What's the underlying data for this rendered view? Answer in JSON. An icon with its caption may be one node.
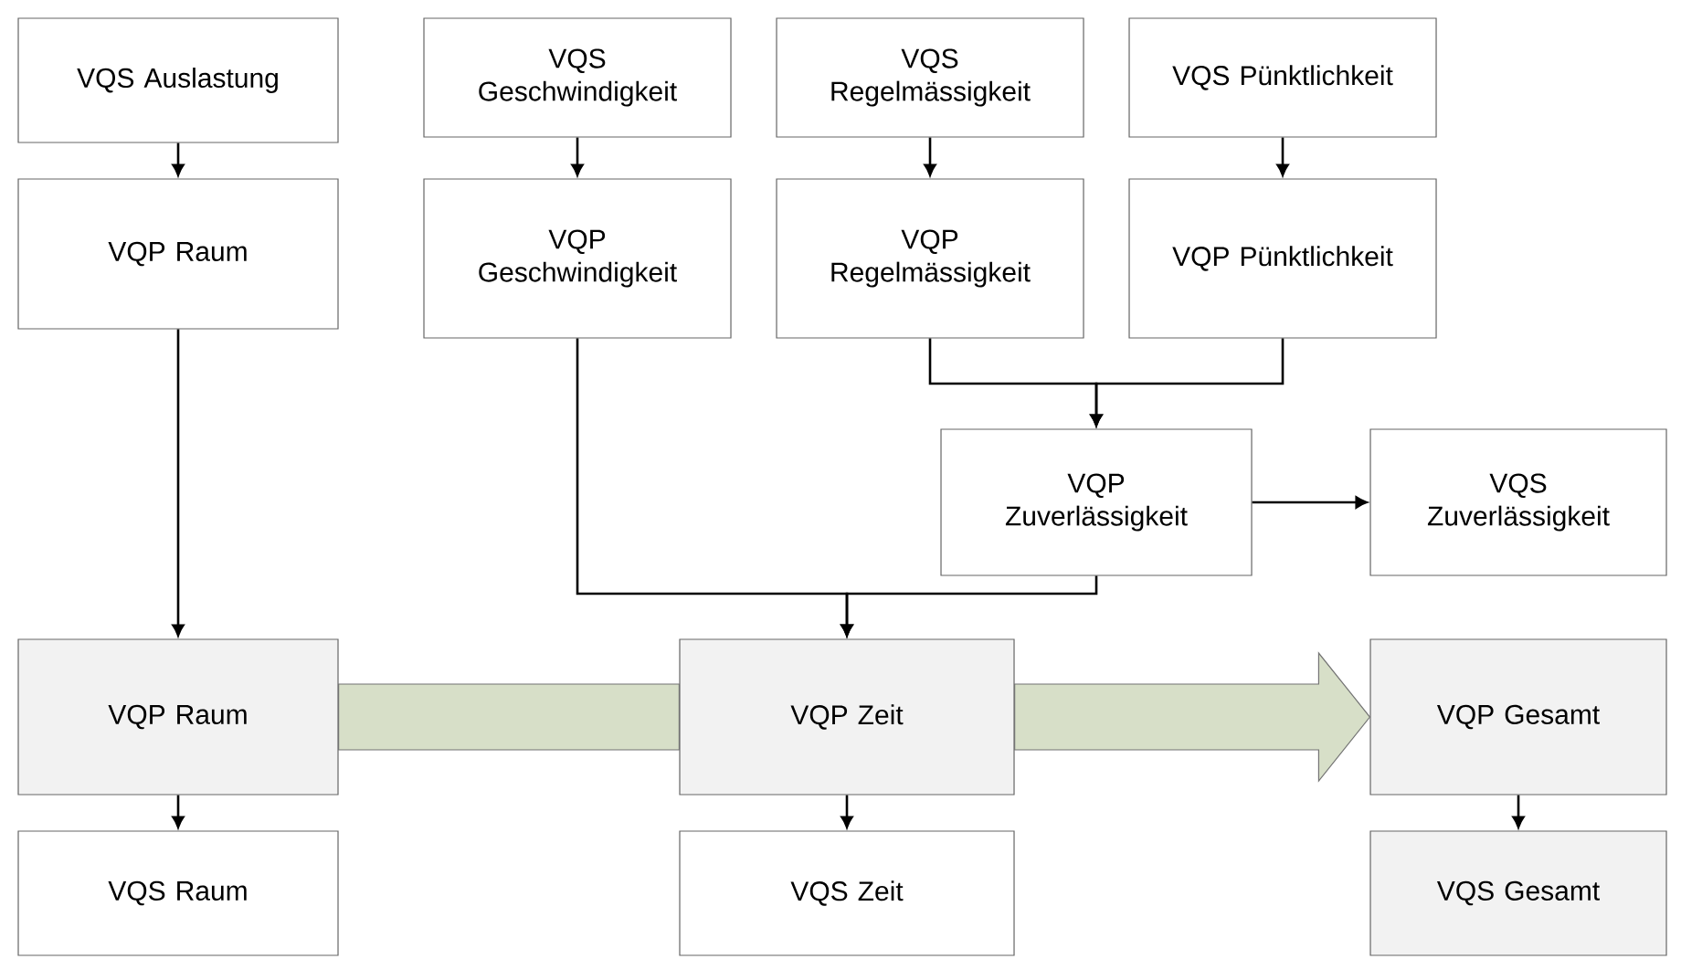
{
  "diagram": {
    "nodes": [
      {
        "text": [
          "VQS Auslastung"
        ]
      },
      {
        "text": [
          "VQS Geschwindigkeit"
        ]
      },
      {
        "text": [
          "VQS Regelmässigkeit"
        ]
      },
      {
        "text": [
          "VQS Pünktlichkeit"
        ]
      },
      {
        "text": [
          "VQP Raum"
        ]
      },
      {
        "text": [
          "VQP Geschwindigkeit"
        ]
      },
      {
        "text": [
          "VQP Regelmässigkeit"
        ]
      },
      {
        "text": [
          "VQP Pünktlichkeit"
        ]
      },
      {
        "text": [
          "VQP Zuverlässigkeit"
        ]
      },
      {
        "text": [
          "VQS Zuverlässigkeit"
        ]
      },
      {
        "text": [
          "VQP Raum"
        ]
      },
      {
        "text": [
          "VQP Zeit"
        ]
      },
      {
        "text": [
          "VQP Gesamt"
        ]
      },
      {
        "text": [
          "VQS Raum"
        ]
      },
      {
        "text": [
          "VQS Zeit"
        ]
      },
      {
        "text": [
          "VQS Gesamt"
        ]
      }
    ],
    "edges": [
      {
        "from": 0,
        "to": 4,
        "arrow": "to"
      },
      {
        "from": 1,
        "to": 5,
        "arrow": "to"
      },
      {
        "from": 2,
        "to": 6,
        "arrow": "to"
      },
      {
        "from": 3,
        "to": 7,
        "arrow": "to"
      },
      {
        "from": 6,
        "to": 8,
        "arrow": "to"
      },
      {
        "from": 7,
        "to": 8,
        "arrow": "to"
      },
      {
        "from": 8,
        "to": 9,
        "arrow": "to"
      },
      {
        "from": 4,
        "to": 10,
        "arrow": "to"
      },
      {
        "from": 5,
        "to": 11,
        "arrow": "to"
      },
      {
        "from": 8,
        "to": 11,
        "arrow": "to"
      },
      {
        "from": 10,
        "to": 11,
        "arrow": "none",
        "style": "thick",
        "color": "#d7dfc8"
      },
      {
        "from": 11,
        "to": 12,
        "arrow": "to",
        "style": "thick",
        "color": "#d7dfc8"
      },
      {
        "from": 10,
        "to": 13,
        "arrow": "to"
      },
      {
        "from": 11,
        "to": 14,
        "arrow": "to"
      },
      {
        "from": 12,
        "to": 15,
        "arrow": "to"
      }
    ]
  }
}
